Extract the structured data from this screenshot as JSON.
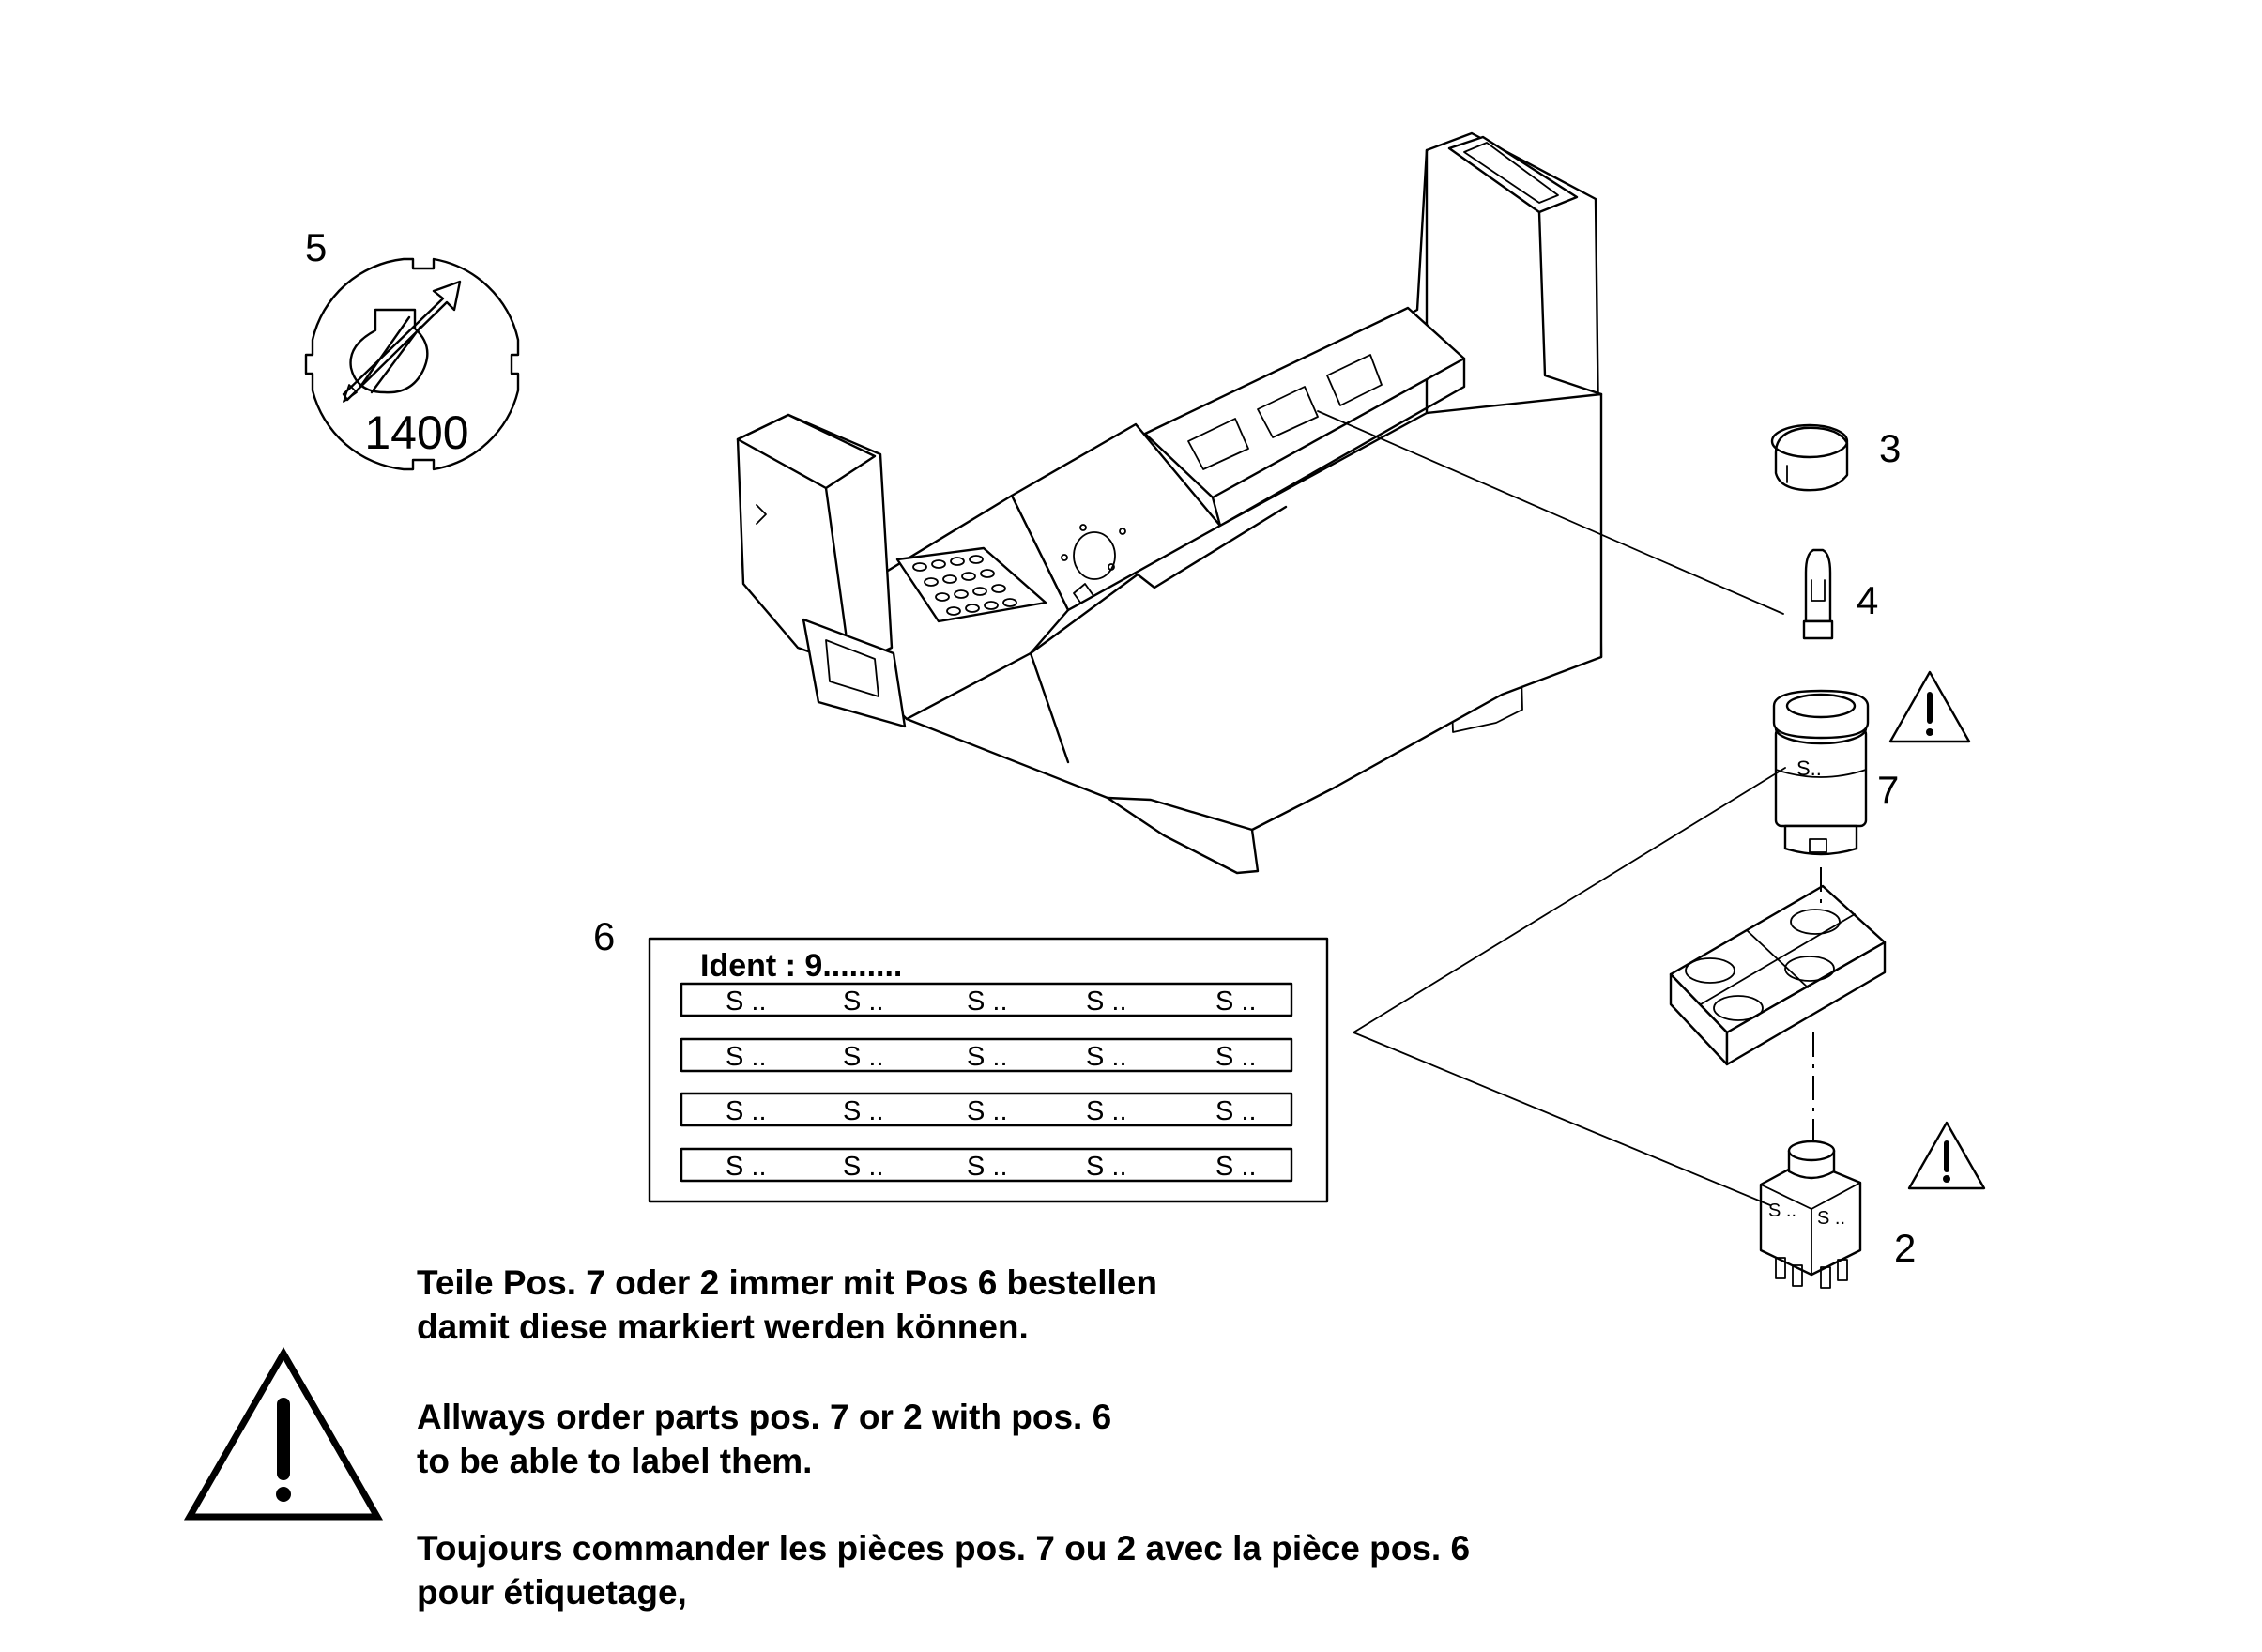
{
  "callouts": {
    "item_5": "5",
    "item_3": "3",
    "item_4": "4",
    "item_7": "7",
    "item_6": "6",
    "item_2": "2"
  },
  "engine_stamp": {
    "value": "1400"
  },
  "ident_label": {
    "title": "Ident : 9.........",
    "rows": [
      [
        "S ..",
        "S ..",
        "S ..",
        "S ..",
        "S .."
      ],
      [
        "S ..",
        "S ..",
        "S ..",
        "S ..",
        "S .."
      ],
      [
        "S ..",
        "S ..",
        "S ..",
        "S ..",
        "S .."
      ],
      [
        "S ..",
        "S ..",
        "S ..",
        "S ..",
        "S .."
      ]
    ]
  },
  "part_markings": {
    "switch_7": "S..",
    "switch_2_left": "S ..",
    "switch_2_right": "S .."
  },
  "notes": {
    "de": [
      "Teile Pos. 7 oder 2 immer mit Pos 6 bestellen",
      "damit diese markiert werden können."
    ],
    "en": [
      "Allways order parts pos. 7 or 2 with pos. 6",
      "to be able to label them."
    ],
    "fr": [
      "Toujours commander les pièces pos. 7 ou 2 avec la pièce pos.  6",
      "pour étiquetage,"
    ]
  },
  "icons": [
    "engine-serial-stamp-icon",
    "warning-triangle-icon"
  ]
}
